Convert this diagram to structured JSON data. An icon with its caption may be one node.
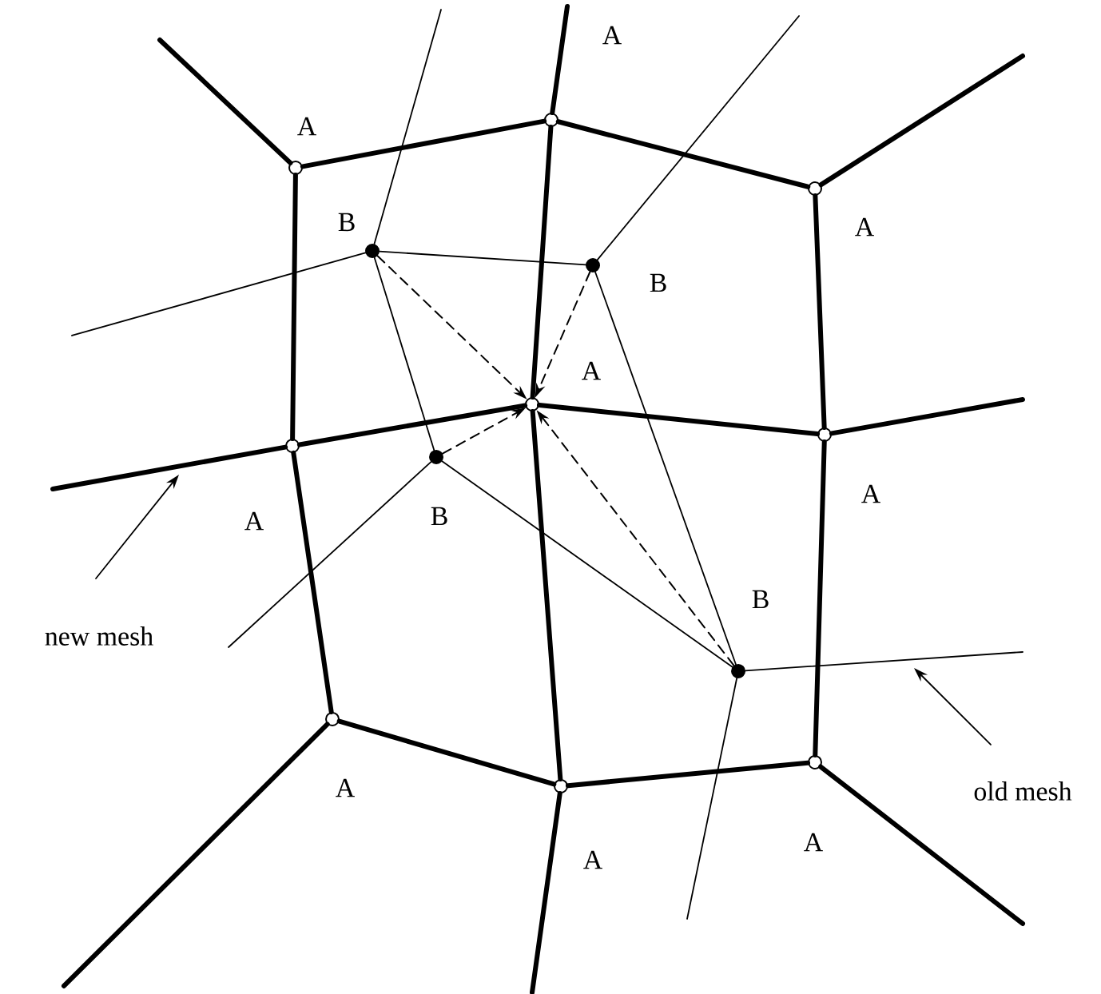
{
  "diagram": {
    "nodes": [
      {
        "text": [],
        "shape": "circle",
        "beside": [
          "A"
        ]
      },
      {
        "text": [],
        "shape": "circle",
        "beside": [
          "A"
        ]
      },
      {
        "text": [],
        "shape": "circle",
        "beside": [
          "A"
        ]
      },
      {
        "text": [],
        "shape": "circle",
        "beside": [
          "A"
        ]
      },
      {
        "text": [],
        "shape": "circle",
        "beside": [
          "A"
        ]
      },
      {
        "text": [],
        "shape": "circle",
        "beside": [
          "A"
        ]
      },
      {
        "text": [],
        "shape": "circle",
        "beside": [
          "A"
        ]
      },
      {
        "text": [],
        "shape": "circle",
        "beside": [
          "A"
        ]
      },
      {
        "text": [],
        "shape": "circle",
        "beside": [
          "A"
        ]
      },
      {
        "text": [],
        "shape": "circle",
        "beside": [
          "B"
        ]
      },
      {
        "text": [],
        "shape": "circle",
        "beside": [
          "B"
        ]
      },
      {
        "text": [],
        "shape": "circle",
        "beside": [
          "B"
        ]
      },
      {
        "text": [],
        "shape": "circle",
        "beside": [
          "B"
        ]
      },
      {
        "text": [
          "new mesh"
        ]
      },
      {
        "text": [
          "old mesh"
        ]
      }
    ],
    "edges": [
      {
        "from": 0,
        "to": 1,
        "arrow": "none",
        "style": "thick"
      },
      {
        "from": 1,
        "to": 2,
        "arrow": "none",
        "style": "thick"
      },
      {
        "from": 0,
        "to": 4,
        "arrow": "none",
        "style": "thick"
      },
      {
        "from": 1,
        "to": 3,
        "arrow": "none",
        "style": "thick"
      },
      {
        "from": 2,
        "to": 5,
        "arrow": "none",
        "style": "thick"
      },
      {
        "from": 4,
        "to": 3,
        "arrow": "none",
        "style": "thick"
      },
      {
        "from": 3,
        "to": 5,
        "arrow": "none",
        "style": "thick"
      },
      {
        "from": 4,
        "to": 6,
        "arrow": "none",
        "style": "thick"
      },
      {
        "from": 3,
        "to": 7,
        "arrow": "none",
        "style": "thick"
      },
      {
        "from": 5,
        "to": 8,
        "arrow": "none",
        "style": "thick"
      },
      {
        "from": 6,
        "to": 7,
        "arrow": "none",
        "style": "thick"
      },
      {
        "from": 7,
        "to": 8,
        "arrow": "none",
        "style": "thick"
      },
      {
        "from": 9,
        "to": 10,
        "arrow": "none"
      },
      {
        "from": 9,
        "to": 11,
        "arrow": "none"
      },
      {
        "from": 10,
        "to": 12,
        "arrow": "none"
      },
      {
        "from": 11,
        "to": 12,
        "arrow": "none"
      },
      {
        "from": 9,
        "to": null,
        "arrow": "none"
      },
      {
        "from": 9,
        "to": null,
        "arrow": "none"
      },
      {
        "from": 10,
        "to": null,
        "arrow": "none"
      },
      {
        "from": 11,
        "to": null,
        "arrow": "none"
      },
      {
        "from": 12,
        "to": null,
        "arrow": "none"
      },
      {
        "from": 12,
        "to": null,
        "arrow": "none"
      },
      {
        "from": 9,
        "to": 3,
        "arrow": "to",
        "style": "dashed"
      },
      {
        "from": 10,
        "to": 3,
        "arrow": "to",
        "style": "dashed"
      },
      {
        "from": 11,
        "to": 3,
        "arrow": "to",
        "style": "dashed"
      },
      {
        "from": 12,
        "to": 3,
        "arrow": "to",
        "style": "dashed"
      },
      {
        "from": 13,
        "to": null,
        "arrow": "to"
      },
      {
        "from": 14,
        "to": null,
        "arrow": "to"
      }
    ]
  }
}
